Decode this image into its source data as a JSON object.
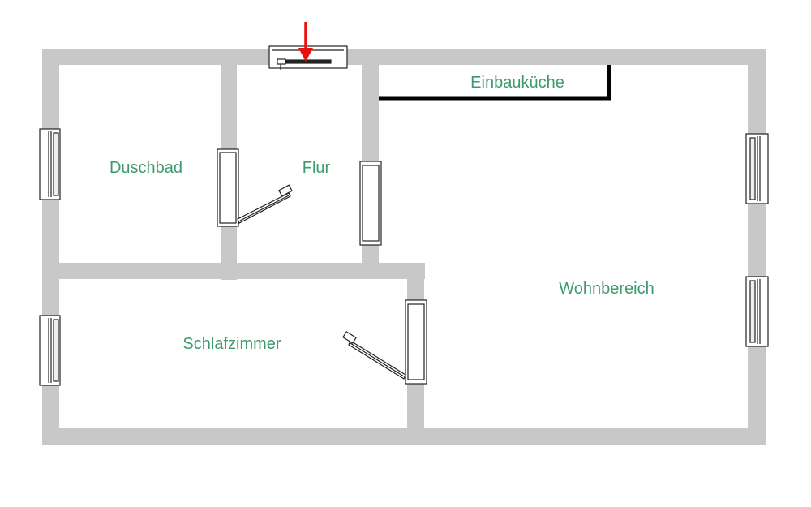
{
  "rooms": {
    "duschbad": "Duschbad",
    "flur": "Flur",
    "einbaukueche": "Einbauküche",
    "wohnbereich": "Wohnbereich",
    "schlafzimmer": "Schlafzimmer"
  },
  "colors": {
    "wall": "#c8c8c8",
    "label": "#3c9a6e",
    "kitchen_line": "#000000",
    "entrance_arrow": "#e81010",
    "frame": "#222222"
  },
  "icons": {
    "entrance_marker": "red-down-arrow-icon"
  }
}
